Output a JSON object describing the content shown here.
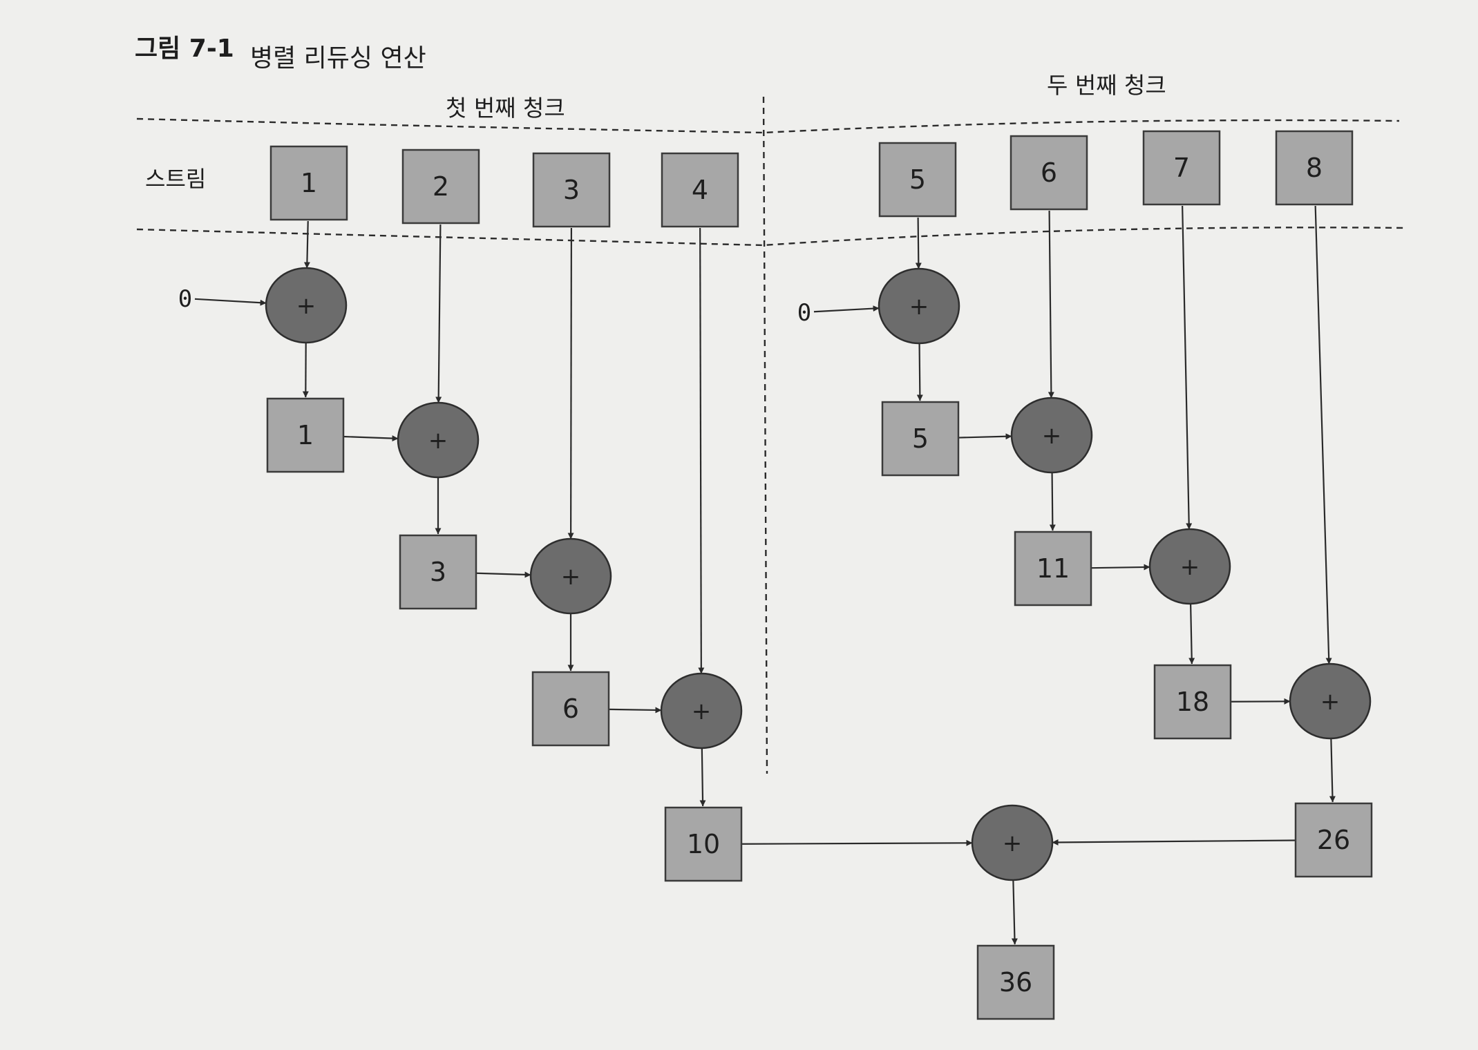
{
  "figure": {
    "label": "그림 7-1",
    "title": "병렬 리듀싱 연산"
  },
  "chunks": {
    "first": "첫 번째 청크",
    "second": "두 번째 청크"
  },
  "stream_label": "스트림",
  "initial_value": "0",
  "operator": "+",
  "diagram": {
    "nodes": [
      {
        "id": "s1",
        "kind": "box",
        "value": "1"
      },
      {
        "id": "s2",
        "kind": "box",
        "value": "2"
      },
      {
        "id": "s3",
        "kind": "box",
        "value": "3"
      },
      {
        "id": "s4",
        "kind": "box",
        "value": "4"
      },
      {
        "id": "s5",
        "kind": "box",
        "value": "5"
      },
      {
        "id": "s6",
        "kind": "box",
        "value": "6"
      },
      {
        "id": "s7",
        "kind": "box",
        "value": "7"
      },
      {
        "id": "s8",
        "kind": "box",
        "value": "8"
      },
      {
        "id": "z1",
        "kind": "text",
        "value": "0"
      },
      {
        "id": "z2",
        "kind": "text",
        "value": "0"
      },
      {
        "id": "p1",
        "kind": "op"
      },
      {
        "id": "r1",
        "kind": "box",
        "value": "1"
      },
      {
        "id": "p2",
        "kind": "op"
      },
      {
        "id": "r3",
        "kind": "box",
        "value": "3"
      },
      {
        "id": "p3",
        "kind": "op"
      },
      {
        "id": "r6",
        "kind": "box",
        "value": "6"
      },
      {
        "id": "p4",
        "kind": "op"
      },
      {
        "id": "r10",
        "kind": "box",
        "value": "10"
      },
      {
        "id": "q1",
        "kind": "op"
      },
      {
        "id": "r5",
        "kind": "box",
        "value": "5"
      },
      {
        "id": "q2",
        "kind": "op"
      },
      {
        "id": "r11",
        "kind": "box",
        "value": "11"
      },
      {
        "id": "q3",
        "kind": "op"
      },
      {
        "id": "r18",
        "kind": "box",
        "value": "18"
      },
      {
        "id": "q4",
        "kind": "op"
      },
      {
        "id": "r26",
        "kind": "box",
        "value": "26"
      },
      {
        "id": "pf",
        "kind": "op"
      },
      {
        "id": "r36",
        "kind": "box",
        "value": "36"
      }
    ],
    "edges": [
      [
        "s1",
        "p1"
      ],
      [
        "z1",
        "p1"
      ],
      [
        "p1",
        "r1"
      ],
      [
        "r1",
        "p2"
      ],
      [
        "s2",
        "p2"
      ],
      [
        "p2",
        "r3"
      ],
      [
        "r3",
        "p3"
      ],
      [
        "s3",
        "p3"
      ],
      [
        "p3",
        "r6"
      ],
      [
        "r6",
        "p4"
      ],
      [
        "s4",
        "p4"
      ],
      [
        "p4",
        "r10"
      ],
      [
        "s5",
        "q1"
      ],
      [
        "z2",
        "q1"
      ],
      [
        "q1",
        "r5"
      ],
      [
        "r5",
        "q2"
      ],
      [
        "s6",
        "q2"
      ],
      [
        "q2",
        "r11"
      ],
      [
        "r11",
        "q3"
      ],
      [
        "s7",
        "q3"
      ],
      [
        "q3",
        "r18"
      ],
      [
        "r18",
        "q4"
      ],
      [
        "s8",
        "q4"
      ],
      [
        "q4",
        "r26"
      ],
      [
        "r10",
        "pf"
      ],
      [
        "r26",
        "pf"
      ],
      [
        "pf",
        "r36"
      ]
    ]
  }
}
